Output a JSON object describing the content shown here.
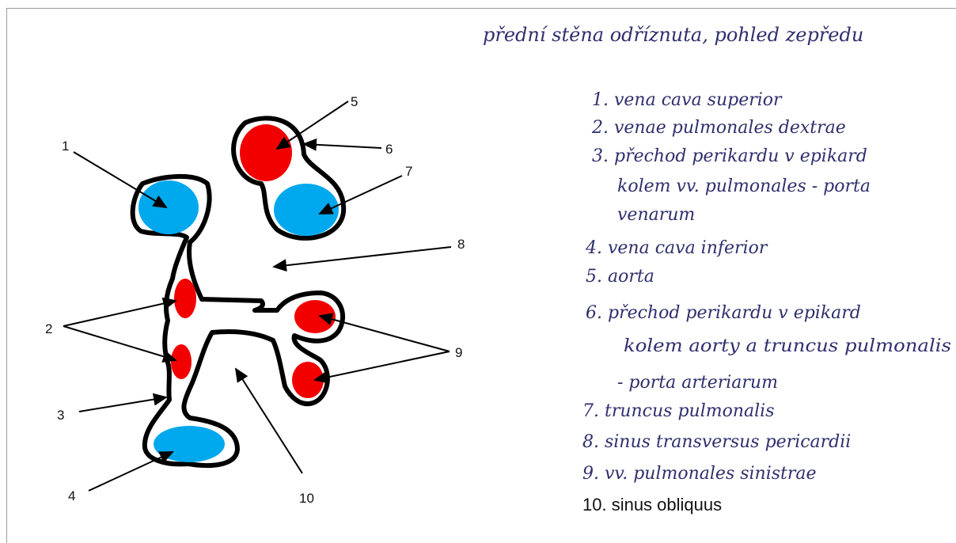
{
  "title": "přední stěna odříznuta, pohled zepředu",
  "colors": {
    "red": "#f20000",
    "blue": "#00a8ee",
    "outline": "#000000",
    "handwriting": "#2f2f6e"
  },
  "labels": [
    "1",
    "2",
    "3",
    "4",
    "5",
    "6",
    "7",
    "8",
    "9",
    "10"
  ],
  "legend": [
    "1. vena cava superior",
    "2. venae pulmonales dextrae",
    "3. přechod perikardu v epikard",
    "kolem vv. pulmonales - porta",
    "venarum",
    "4. vena cava inferior",
    "5. aorta",
    "6. přechod perikardu v epikard",
    "kolem aorty a truncus pulmonalis",
    "- porta arteriarum",
    "7. truncus pulmonalis",
    "8. sinus transversus pericardii",
    "9. vv. pulmonales sinistrae",
    "10. sinus obliquus"
  ]
}
